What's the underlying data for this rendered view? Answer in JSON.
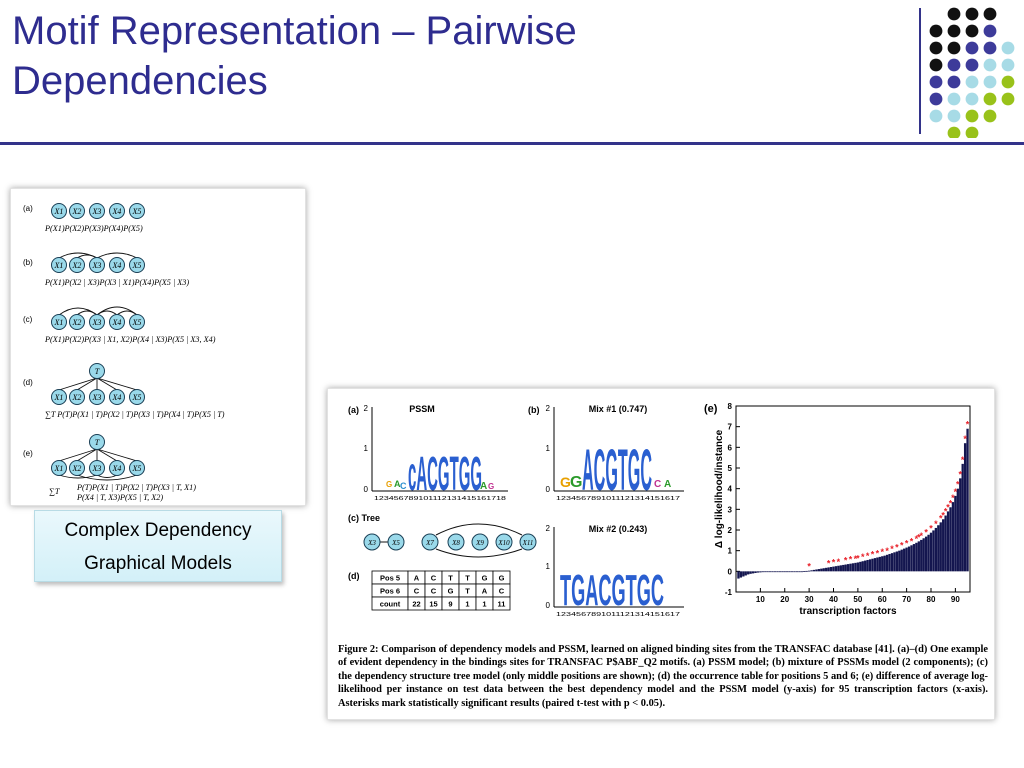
{
  "slide": {
    "title_line1": "Motif Representation – Pairwise",
    "title_line2": "Dependencies",
    "caption_line1": "Complex Dependency",
    "caption_line2": "Graphical Models"
  },
  "colors": {
    "title": "#2e2c8f",
    "rule": "#33338a",
    "node_fill": "#9ad9ea",
    "dot_black": "#111111",
    "dot_purple": "#3d3b9a",
    "dot_lightblue": "#a7dbe6",
    "dot_green": "#99c21a",
    "bar": "#14164f",
    "asterisk": "#e8222a"
  },
  "left_figure": {
    "panels": [
      {
        "tag": "(a)",
        "nodes": [
          "X1",
          "X2",
          "X3",
          "X4",
          "X5"
        ],
        "formula": "P(X1)P(X2)P(X3)P(X4)P(X5)"
      },
      {
        "tag": "(b)",
        "nodes": [
          "X1",
          "X2",
          "X3",
          "X4",
          "X5"
        ],
        "formula": "P(X1)P(X2 | X3)P(X3 | X1)P(X4)P(X5 | X3)"
      },
      {
        "tag": "(c)",
        "nodes": [
          "X1",
          "X2",
          "X3",
          "X4",
          "X5"
        ],
        "formula": "P(X1)P(X2)P(X3 | X1, X2)P(X4 | X3)P(X5 | X3, X4)"
      },
      {
        "tag": "(d)",
        "root": "T",
        "nodes": [
          "X1",
          "X2",
          "X3",
          "X4",
          "X5"
        ],
        "formula": "∑T P(T)P(X1 | T)P(X2 | T)P(X3 | T)P(X4 | T)P(X5 | T)"
      },
      {
        "tag": "(e)",
        "root": "T",
        "nodes": [
          "X1",
          "X2",
          "X3",
          "X4",
          "X5"
        ],
        "sum": "∑T",
        "formula_line1": "P(T)P(X1 | T)P(X2 | T)P(X3 | T, X1)",
        "formula_line2": "P(X4 | T, X3)P(X5 | T, X2)"
      }
    ]
  },
  "right_figure": {
    "panel_a": {
      "tag": "(a)",
      "title": "PSSM",
      "y_ticks": [
        "2",
        "1",
        "0"
      ],
      "logo_text": "cACGTGG",
      "positions": "123456789101112131415161718"
    },
    "panel_b": {
      "tag": "(b)",
      "title": "Mix #1 (0.747)",
      "y_ticks": [
        "2",
        "1",
        "0"
      ],
      "logo_text": "ACGTGC",
      "positions": "1234567891011121314151617"
    },
    "panel_c": {
      "tag": "(c) Tree",
      "nodes": [
        "X3",
        "X5",
        "X7",
        "X8",
        "X9",
        "X10",
        "X11"
      ]
    },
    "panel_mix2": {
      "title": "Mix #2 (0.243)",
      "y_ticks": [
        "2",
        "1",
        "0"
      ],
      "logo_text": "TGACGTGC",
      "positions": "1234567891011121314151617"
    },
    "panel_d": {
      "tag": "(d)",
      "rows": [
        [
          "Pos 5",
          "A",
          "C",
          "T",
          "T",
          "G",
          "G"
        ],
        [
          "Pos 6",
          "C",
          "C",
          "G",
          "T",
          "A",
          "C"
        ],
        [
          "count",
          "22",
          "15",
          "9",
          "1",
          "1",
          "11"
        ]
      ]
    },
    "panel_e": {
      "tag": "(e)"
    },
    "caption": "Figure 2: Comparison of dependency models and PSSM, learned on aligned binding sites from the TRANSFAC database [41]. (a)–(d) One example of evident dependency in the bindings sites for TRANSFAC P$ABF_Q2 motifs. (a) PSSM model; (b) mixture of PSSMs model (2 components); (c) the dependency structure tree model (only middle positions are shown); (d) the occurrence table for positions 5 and 6; (e) difference of average log-likelihood per instance on test data between the best dependency model and the PSSM model (y-axis) for 95 transcription factors (x-axis). Asterisks mark statistically significant results (paired t-test with p < 0.05)."
  },
  "chart_data": {
    "type": "bar",
    "title": "",
    "xlabel": "transcription factors",
    "ylabel": "Δ log-likelihood/instance",
    "xlim": [
      0,
      96
    ],
    "ylim": [
      -1,
      8
    ],
    "x_ticks": [
      "10",
      "20",
      "30",
      "40",
      "50",
      "60",
      "70",
      "80",
      "90"
    ],
    "y_ticks": [
      "-1",
      "0",
      "1",
      "2",
      "3",
      "4",
      "5",
      "6",
      "7",
      "8"
    ],
    "x": [
      1,
      2,
      3,
      4,
      5,
      6,
      7,
      8,
      9,
      10,
      11,
      12,
      13,
      14,
      15,
      16,
      17,
      18,
      19,
      20,
      21,
      22,
      23,
      24,
      25,
      26,
      27,
      28,
      29,
      30,
      31,
      32,
      33,
      34,
      35,
      36,
      37,
      38,
      39,
      40,
      41,
      42,
      43,
      44,
      45,
      46,
      47,
      48,
      49,
      50,
      51,
      52,
      53,
      54,
      55,
      56,
      57,
      58,
      59,
      60,
      61,
      62,
      63,
      64,
      65,
      66,
      67,
      68,
      69,
      70,
      71,
      72,
      73,
      74,
      75,
      76,
      77,
      78,
      79,
      80,
      81,
      82,
      83,
      84,
      85,
      86,
      87,
      88,
      89,
      90,
      91,
      92,
      93,
      94,
      95
    ],
    "values": [
      -0.35,
      -0.3,
      -0.25,
      -0.2,
      -0.15,
      -0.12,
      -0.1,
      -0.08,
      -0.06,
      -0.05,
      -0.04,
      -0.03,
      -0.02,
      -0.02,
      -0.01,
      0,
      0,
      0,
      0,
      0,
      0,
      0,
      0,
      0,
      0,
      0,
      0,
      0.01,
      0.02,
      0.03,
      0.05,
      0.07,
      0.09,
      0.11,
      0.13,
      0.15,
      0.17,
      0.19,
      0.21,
      0.23,
      0.25,
      0.27,
      0.29,
      0.31,
      0.33,
      0.35,
      0.37,
      0.39,
      0.41,
      0.43,
      0.46,
      0.49,
      0.52,
      0.55,
      0.58,
      0.61,
      0.64,
      0.67,
      0.7,
      0.73,
      0.76,
      0.8,
      0.84,
      0.88,
      0.92,
      0.96,
      1.0,
      1.05,
      1.1,
      1.15,
      1.2,
      1.26,
      1.32,
      1.38,
      1.45,
      1.52,
      1.6,
      1.68,
      1.77,
      1.87,
      1.98,
      2.1,
      2.23,
      2.37,
      2.52,
      2.7,
      2.9,
      3.1,
      3.35,
      3.65,
      4.0,
      4.5,
      5.2,
      6.2,
      6.9
    ],
    "significant_x": [
      30,
      38,
      40,
      42,
      45,
      47,
      49,
      50,
      52,
      54,
      56,
      58,
      60,
      62,
      64,
      66,
      68,
      70,
      72,
      74,
      75,
      76,
      78,
      80,
      82,
      84,
      85,
      86,
      87,
      88,
      89,
      90,
      91,
      92,
      93,
      94,
      95
    ]
  }
}
